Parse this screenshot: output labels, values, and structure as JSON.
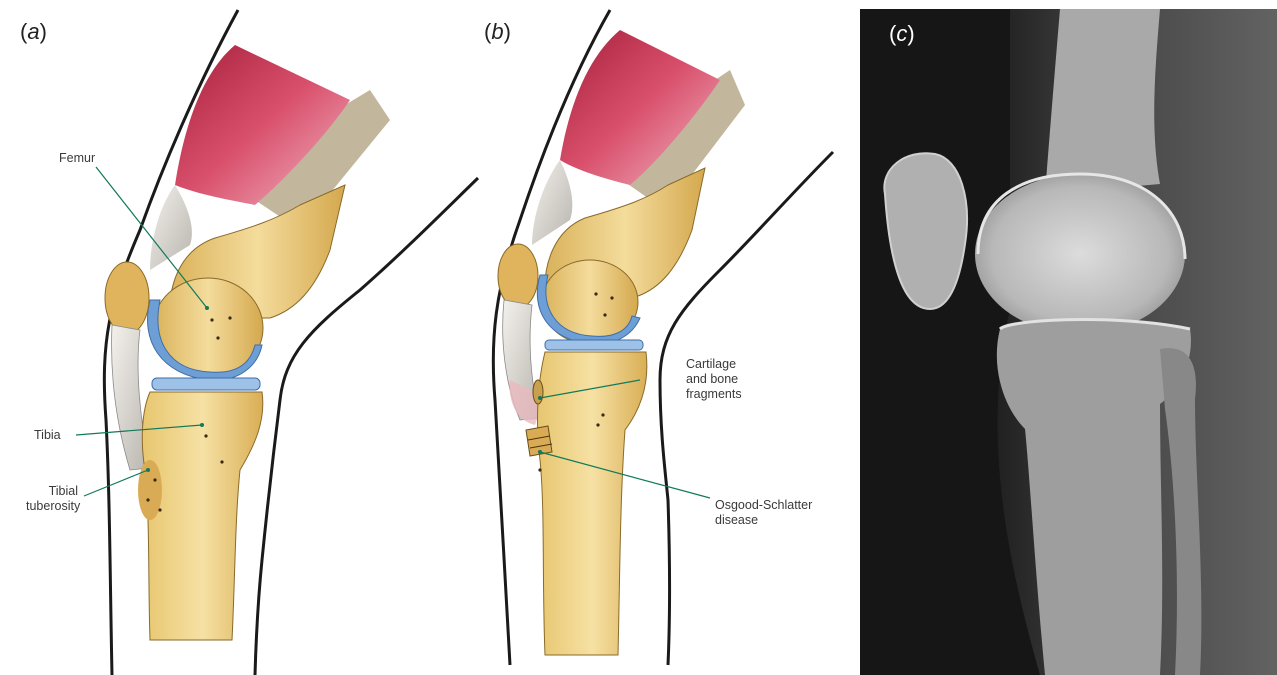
{
  "panels": [
    {
      "label_letter": "a"
    },
    {
      "label_letter": "b"
    },
    {
      "label_letter": "c"
    }
  ],
  "labels": {
    "femur": "Femur",
    "tibia": "Tibia",
    "tibial_tuberosity_line1": "Tibial",
    "tibial_tuberosity_line2": "tuberosity",
    "cartilage_line1": "Cartilage",
    "cartilage_line2": "and bone",
    "cartilage_line3": "fragments",
    "osgood_line1": "Osgood-Schlatter",
    "osgood_line2": "disease"
  },
  "colors": {
    "muscle": "#c83a55",
    "bone": "#e8c77a",
    "cartilage": "#6d9fd6",
    "leader": "#117a5a",
    "xray_bg": "#161616"
  }
}
